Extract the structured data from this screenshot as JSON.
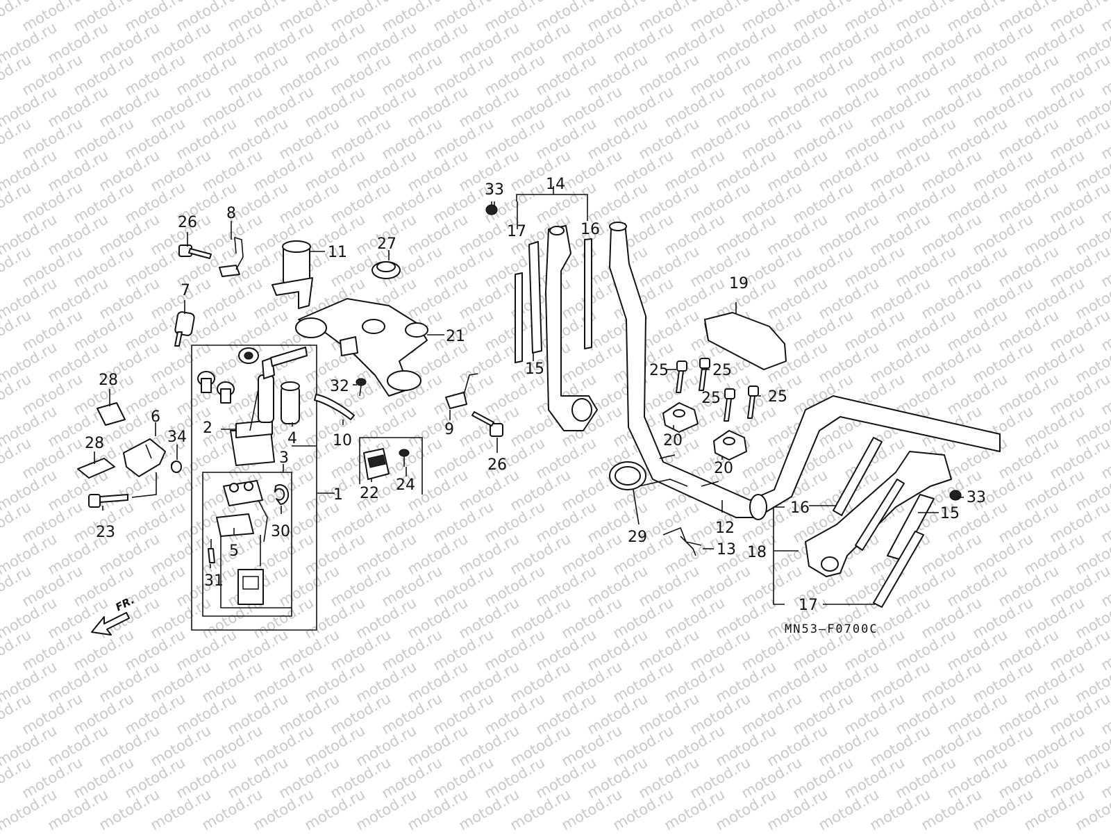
{
  "watermark": {
    "text": "motod.ru"
  },
  "diagram_code": "MN53–F0700C",
  "direction_label": "FR.",
  "callouts": [
    {
      "id": "c1",
      "label": "1"
    },
    {
      "id": "c2",
      "label": "2"
    },
    {
      "id": "c3",
      "label": "3"
    },
    {
      "id": "c4",
      "label": "4"
    },
    {
      "id": "c5",
      "label": "5"
    },
    {
      "id": "c6",
      "label": "6"
    },
    {
      "id": "c7",
      "label": "7"
    },
    {
      "id": "c8",
      "label": "8"
    },
    {
      "id": "c9",
      "label": "9"
    },
    {
      "id": "c10",
      "label": "10"
    },
    {
      "id": "c11",
      "label": "11"
    },
    {
      "id": "c12",
      "label": "12"
    },
    {
      "id": "c13",
      "label": "13"
    },
    {
      "id": "c14",
      "label": "14"
    },
    {
      "id": "c15a",
      "label": "15"
    },
    {
      "id": "c15b",
      "label": "15"
    },
    {
      "id": "c16a",
      "label": "16"
    },
    {
      "id": "c16b",
      "label": "16"
    },
    {
      "id": "c17a",
      "label": "17"
    },
    {
      "id": "c17b",
      "label": "17"
    },
    {
      "id": "c18",
      "label": "18"
    },
    {
      "id": "c19",
      "label": "19"
    },
    {
      "id": "c20a",
      "label": "20"
    },
    {
      "id": "c20b",
      "label": "20"
    },
    {
      "id": "c21",
      "label": "21"
    },
    {
      "id": "c22",
      "label": "22"
    },
    {
      "id": "c23",
      "label": "23"
    },
    {
      "id": "c24",
      "label": "24"
    },
    {
      "id": "c25a",
      "label": "25"
    },
    {
      "id": "c25b",
      "label": "25"
    },
    {
      "id": "c25c",
      "label": "25"
    },
    {
      "id": "c25d",
      "label": "25"
    },
    {
      "id": "c26a",
      "label": "26"
    },
    {
      "id": "c26b",
      "label": "26"
    },
    {
      "id": "c27",
      "label": "27"
    },
    {
      "id": "c28a",
      "label": "28"
    },
    {
      "id": "c28b",
      "label": "28"
    },
    {
      "id": "c29",
      "label": "29"
    },
    {
      "id": "c30",
      "label": "30"
    },
    {
      "id": "c31",
      "label": "31"
    },
    {
      "id": "c32",
      "label": "32"
    },
    {
      "id": "c33a",
      "label": "33"
    },
    {
      "id": "c33b",
      "label": "33"
    },
    {
      "id": "c34",
      "label": "34"
    }
  ]
}
